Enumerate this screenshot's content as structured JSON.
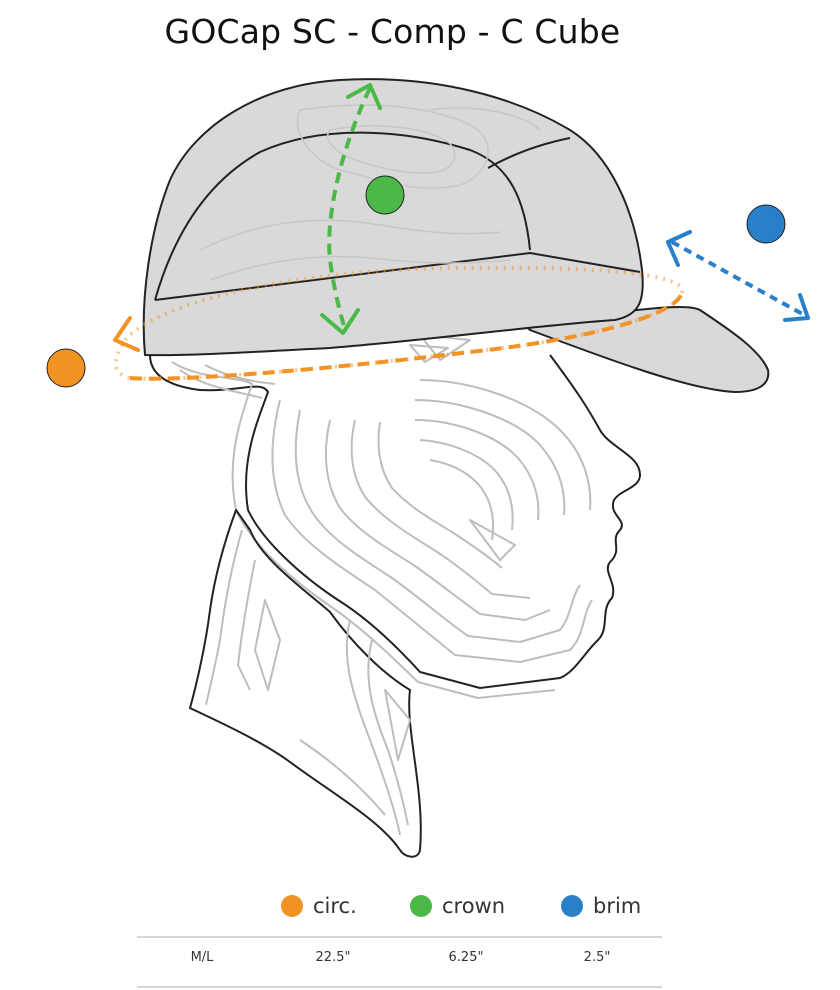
{
  "title": "GOCap SC - Comp - C Cube",
  "legend": [
    {
      "key": "circ",
      "label": "circ.",
      "color": "#f39325"
    },
    {
      "key": "crown",
      "label": "crown",
      "color": "#4cb848"
    },
    {
      "key": "brim",
      "label": "brim",
      "color": "#2a7fc9"
    }
  ],
  "size_table": {
    "rows": [
      {
        "size": "M/L",
        "circ": "22.5\"",
        "crown": "6.25\"",
        "brim": "2.5\""
      }
    ]
  },
  "colors": {
    "cap_fill": "#d9d9d9",
    "outline": "#222222",
    "contour": "#bdbdbd",
    "circ": "#f39325",
    "crown": "#4cb848",
    "brim": "#2a7fc9"
  },
  "icons": [
    "orange-dot-icon",
    "green-dot-icon",
    "blue-dot-icon",
    "double-arrow-icon"
  ]
}
